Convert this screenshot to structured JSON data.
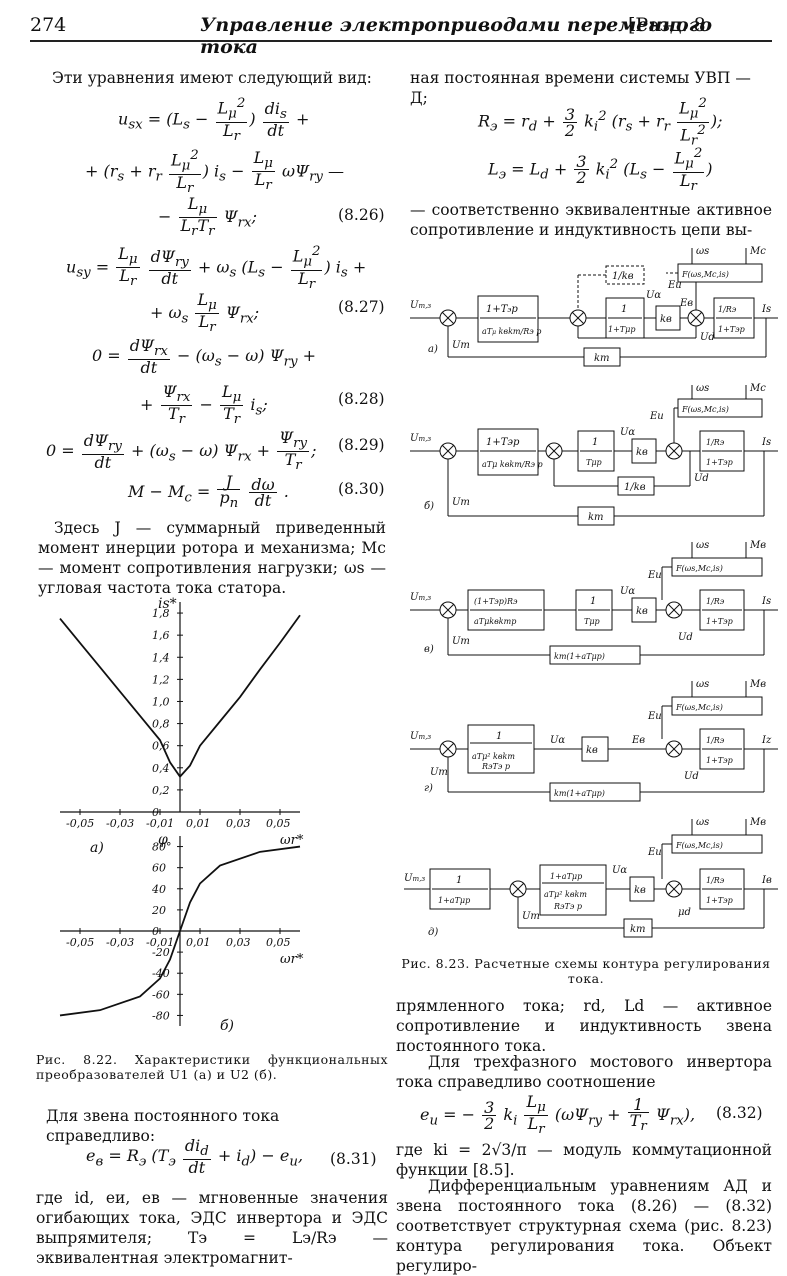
{
  "header": {
    "page_number": "274",
    "running_title": "Управление электроприводами переменного тока",
    "section": "[Разд. 8"
  },
  "left": {
    "intro": "Эти уравнения имеют следующий вид:",
    "eq26_line1_lhs": "usx = (Ls − Lμ²/Lr) dis/dt +",
    "eq26_label": "(8.26)",
    "eq27_label": "(8.27)",
    "eq28_label": "(8.28)",
    "eq29_label": "(8.29)",
    "eq30_label": "(8.30)",
    "para1": "Здесь J — суммарный приведенный момент инерции ротора и механизма; Mc — момент сопротивления нагрузки; ωs — угловая частота тока статора.",
    "fig22_caption": "Рис. 8.22. Характеристики функциональных преобразователей U1 (а) и U2 (б).",
    "para2": "Для звена постоянного тока справедливо:",
    "eq31_label": "(8.31)",
    "para3": "где id, eи, eв — мгновенные значения огибающих тока, ЭДС инвертора и ЭДС выпрямителя; Tэ = Lэ/Rэ — эквивалентная электромагнит-"
  },
  "right": {
    "top_line": "ная постоянная времени системы УВП — Д;",
    "para_after": "— соответственно эквивалентные активное сопротивление и индуктивность цепи вы-",
    "fig23_caption": "Рис. 8.23. Расчетные схемы контура регулирования тока.",
    "para4": "прямленного тока; rd, Ld — активное сопротивление и индуктивность звена постоянного тока.",
    "para5": "Для трехфазного мостового инвертора тока справедливо соотношение",
    "eq32_label": "(8.32)",
    "para6": "где ki = 2√3/π — модуль коммутационной функции [8.5].",
    "para7": "Дифференциальным уравнениям АД и звена постоянного тока (8.26) — (8.32) соответствует структурная схема (рис. 8.23) контура регулирования тока. Объект регулиро-"
  },
  "chart_data": [
    {
      "type": "line",
      "panel": "а)",
      "ylabel": "is*",
      "xlabel": "ωr*",
      "xticks": [
        "-0,05",
        "-0,03",
        "-0,01",
        "0,01",
        "0,03",
        "0,05"
      ],
      "yticks": [
        "0",
        "0,2",
        "0,4",
        "0,6",
        "0,8",
        "1,0",
        "1,2",
        "1,4",
        "1,6",
        "1,8"
      ],
      "xlim": [
        -0.06,
        0.06
      ],
      "ylim": [
        0,
        1.9
      ],
      "series": [
        {
          "x": [
            -0.06,
            -0.05,
            -0.04,
            -0.03,
            -0.02,
            -0.01,
            -0.005,
            0,
            0.005,
            0.01,
            0.02,
            0.03,
            0.04,
            0.05,
            0.06
          ],
          "y": [
            1.75,
            1.53,
            1.31,
            1.09,
            0.87,
            0.65,
            0.45,
            0.32,
            0.42,
            0.6,
            0.82,
            1.04,
            1.29,
            1.53,
            1.78
          ]
        }
      ]
    },
    {
      "type": "line",
      "panel": "б)",
      "ylabel": "φ",
      "xlabel": "ωr*",
      "xticks": [
        "-0,05",
        "-0,03",
        "-0,01",
        "0,01",
        "0,03",
        "0,05"
      ],
      "yticks": [
        "-80",
        "-60",
        "-40",
        "-20",
        "0",
        "20",
        "40",
        "60",
        "80°"
      ],
      "xlim": [
        -0.06,
        0.06
      ],
      "ylim": [
        -90,
        90
      ],
      "series": [
        {
          "x": [
            -0.06,
            -0.04,
            -0.02,
            -0.01,
            -0.005,
            0,
            0.005,
            0.01,
            0.02,
            0.04,
            0.06
          ],
          "y": [
            -80,
            -75,
            -62,
            -45,
            -27,
            0,
            27,
            45,
            62,
            75,
            80
          ]
        }
      ]
    }
  ]
}
